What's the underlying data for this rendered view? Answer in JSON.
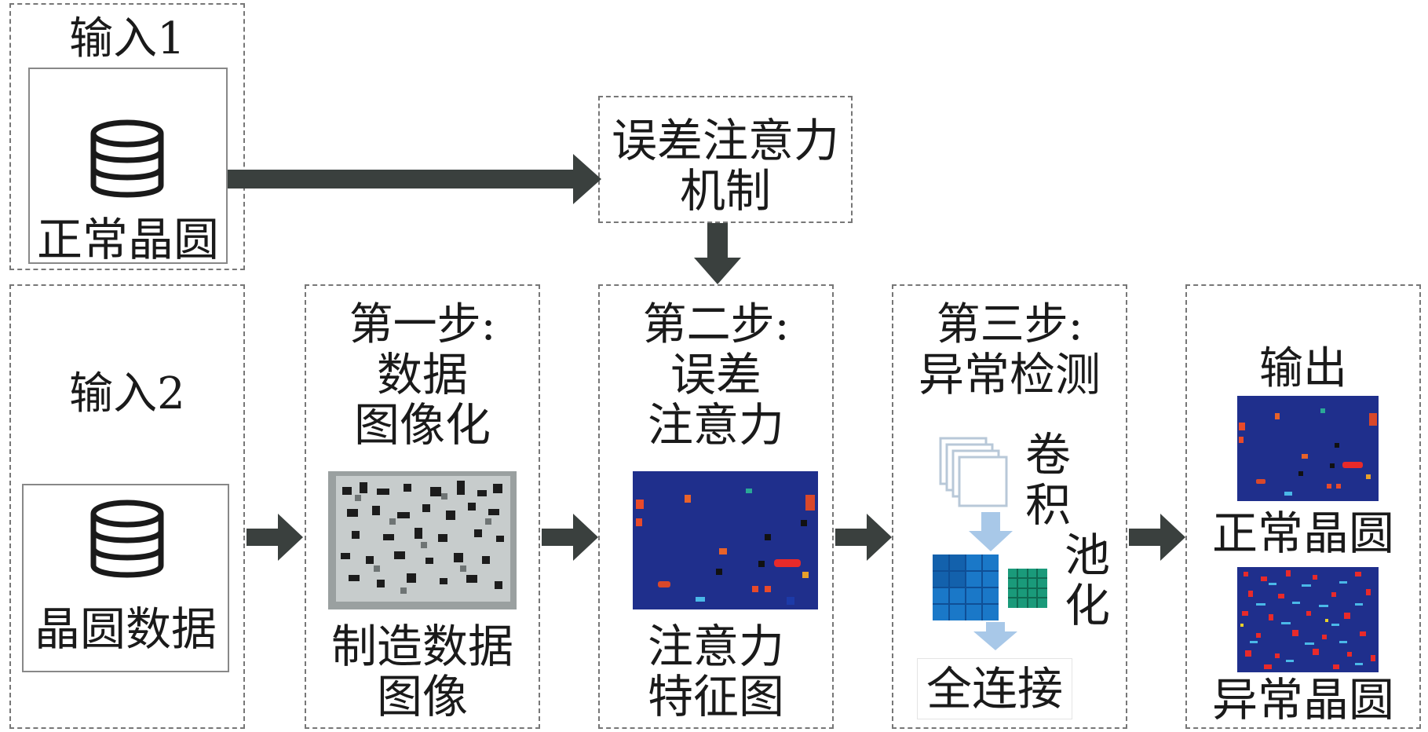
{
  "input1": {
    "title": "输入1",
    "label": "正常晶圆",
    "icon": "database-icon"
  },
  "input2": {
    "title": "输入2",
    "label": "晶圆数据",
    "icon": "database-icon"
  },
  "mechanism": {
    "line1": "误差注意力",
    "line2": "机制"
  },
  "step1": {
    "line1": "第一步:",
    "line2": "数据",
    "line3": "图像化",
    "caption1": "制造数据",
    "caption2": "图像"
  },
  "step2": {
    "line1": "第二步:",
    "line2": "误差",
    "line3": "注意力",
    "caption1": "注意力",
    "caption2": "特征图"
  },
  "step3": {
    "line1": "第三步:",
    "line2": "异常检测",
    "conv": "卷积",
    "pool": "池化",
    "fc": "全连接"
  },
  "output": {
    "title": "输出",
    "normal": "正常晶圆",
    "abnormal": "异常晶圆"
  },
  "colors": {
    "arrow": "#3a403e",
    "heatmap_bg": "#1f2f8c",
    "dashed_border": "#777777"
  }
}
